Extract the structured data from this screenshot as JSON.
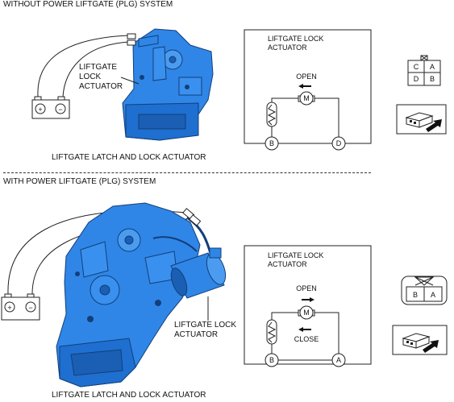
{
  "section_without": {
    "title": "WITHOUT POWER LIFTGATE (PLG) SYSTEM",
    "actuator_callout": [
      "LIFTGATE",
      "LOCK",
      "ACTUATOR"
    ],
    "caption": "LIFTGATE LATCH AND LOCK ACTUATOR",
    "schematic": {
      "title_line1": "LIFTGATE LOCK",
      "title_line2": "ACTUATOR",
      "open_label": "OPEN",
      "motor_symbol": "M",
      "terminal_left": "B",
      "terminal_right": "D"
    },
    "connector": {
      "pins": [
        "C",
        "A",
        "D",
        "B"
      ]
    }
  },
  "section_with": {
    "title": "WITH POWER LIFTGATE (PLG) SYSTEM",
    "actuator_callout": [
      "LIFTGATE LOCK",
      "ACTUATOR"
    ],
    "caption": "LIFTGATE LATCH AND LOCK ACTUATOR",
    "schematic": {
      "title_line1": "LIFTGATE LOCK",
      "title_line2": "ACTUATOR",
      "open_label": "OPEN",
      "close_label": "CLOSE",
      "motor_symbol": "M",
      "terminal_left": "B",
      "terminal_right": "A"
    },
    "connector": {
      "pins": [
        "B",
        "A"
      ]
    }
  },
  "battery": {
    "plus": "+",
    "minus": "−"
  },
  "colors": {
    "component_blue": "#2f86e6",
    "component_dark": "#1a5fb4",
    "line": "#222222"
  }
}
